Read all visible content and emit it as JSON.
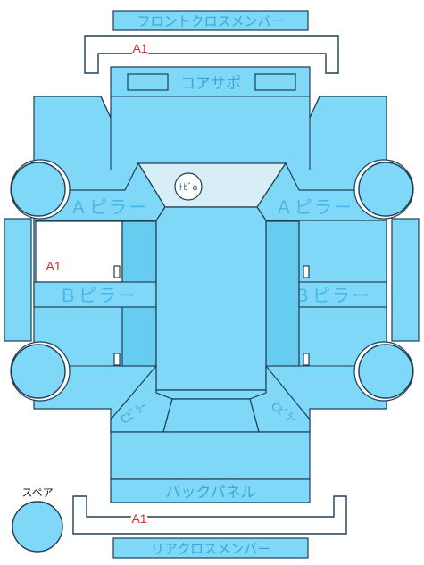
{
  "labels": {
    "front_cross_member": "フロントクロスメンバー",
    "core_support": "コアサポ",
    "a_pillar_left": "Ａピラー",
    "a_pillar_right": "Ａピラー",
    "b_pillar_left": "Ｂピラー",
    "b_pillar_right": "Ｂピラー",
    "back_panel": "バックパネル",
    "rear_cross_member": "リアクロスメンバー",
    "spare": "スペア",
    "badge": "ﾄﾋﾞa",
    "c_pillar_left": "Cﾋﾟﾗｰ",
    "c_pillar_right": "Cﾋﾟﾗｰ"
  },
  "marks": {
    "front_bar": "A1",
    "left_door": "A1",
    "rear_bar": "A1"
  }
}
